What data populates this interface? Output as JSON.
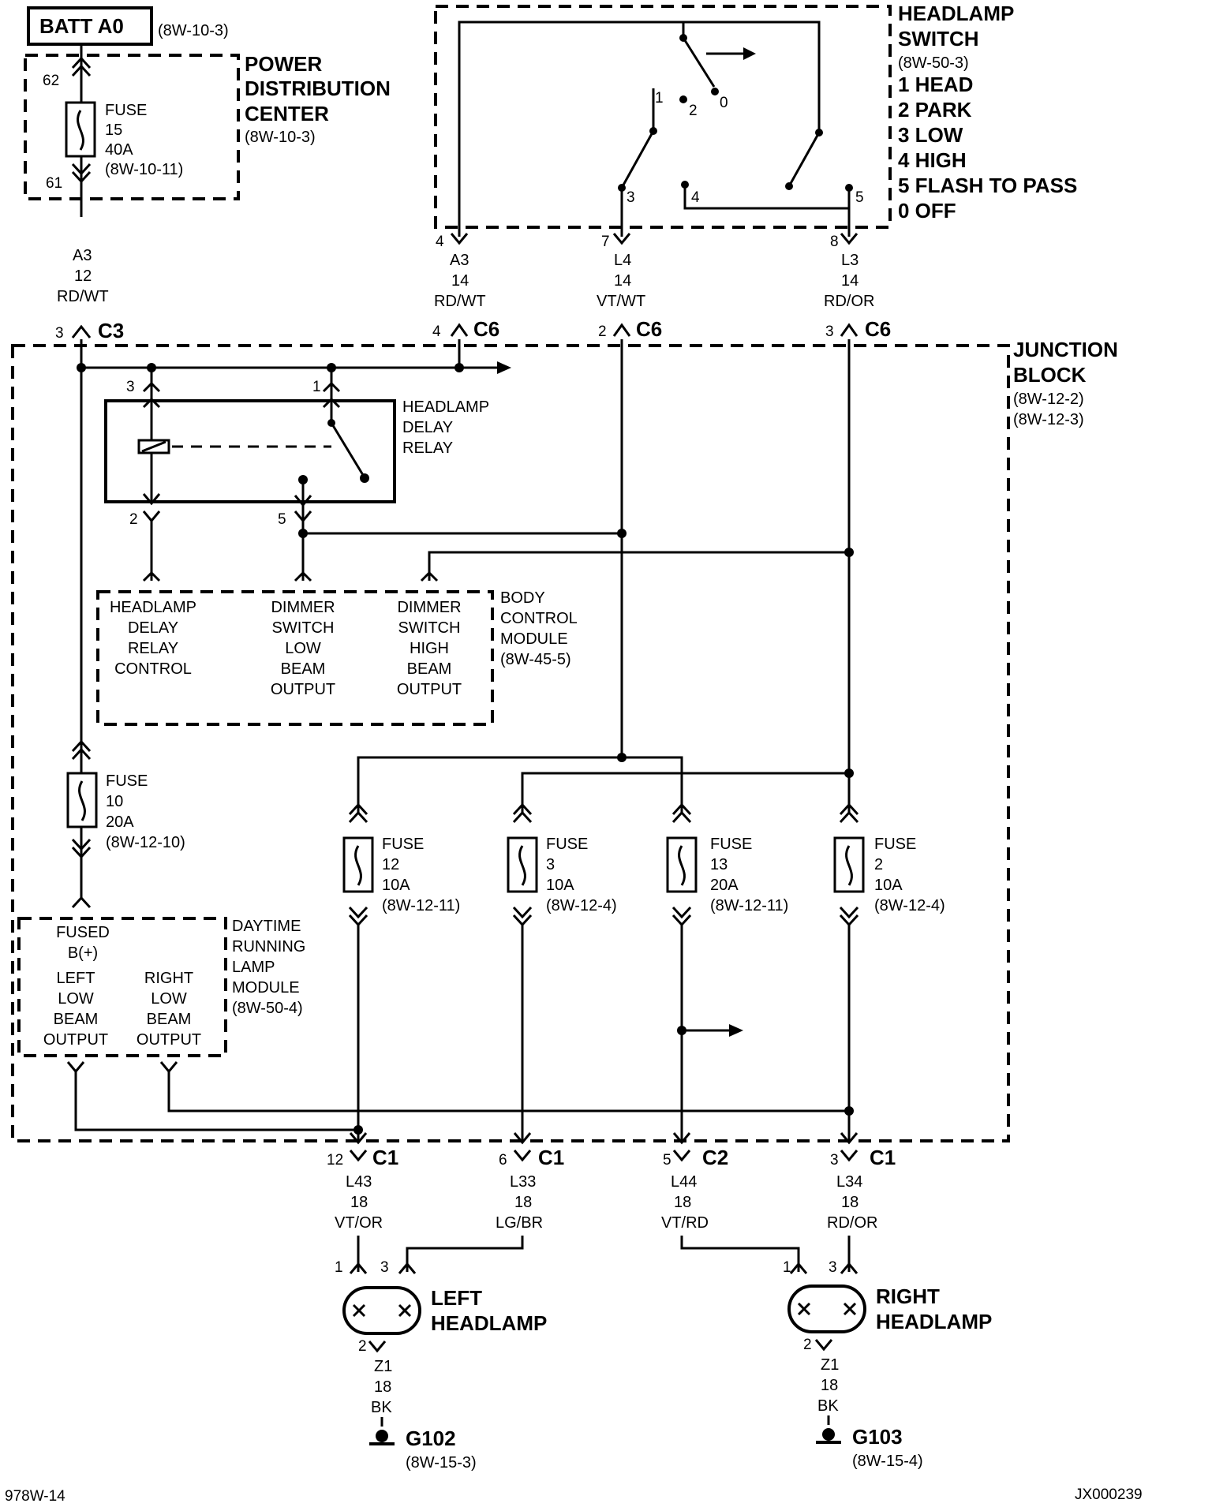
{
  "batt": {
    "label": "BATT A0",
    "ref": "(8W-10-3)"
  },
  "pdc": {
    "title": [
      "POWER",
      "DISTRIBUTION",
      "CENTER"
    ],
    "ref": "(8W-10-3)",
    "pin_in": "62",
    "pin_out": "61",
    "fuse": [
      "FUSE",
      "15",
      "40A",
      "(8W-10-11)"
    ]
  },
  "headlamp_switch": {
    "title": [
      "HEADLAMP",
      "SWITCH"
    ],
    "ref": "(8W-50-3)",
    "legend": [
      "1 HEAD",
      "2 PARK",
      "3 LOW",
      "4 HIGH",
      "5 FLASH TO PASS",
      "0 OFF"
    ],
    "contacts": [
      "1",
      "2",
      "0",
      "3",
      "4",
      "5"
    ]
  },
  "switch_wires": [
    {
      "pin": "4",
      "circuit": "A3",
      "gauge": "14",
      "color": "RD/WT",
      "jb_pin": "4",
      "connector": "C6"
    },
    {
      "pin": "7",
      "circuit": "L4",
      "gauge": "14",
      "color": "VT/WT",
      "jb_pin": "2",
      "connector": "C6"
    },
    {
      "pin": "8",
      "circuit": "L3",
      "gauge": "14",
      "color": "RD/OR",
      "jb_pin": "3",
      "connector": "C6"
    }
  ],
  "pdc_wire": {
    "circuit": "A3",
    "gauge": "12",
    "color": "RD/WT",
    "jb_pin": "3",
    "connector": "C3"
  },
  "junction_block": {
    "title": [
      "JUNCTION",
      "BLOCK"
    ],
    "refs": [
      "(8W-12-2)",
      "(8W-12-3)"
    ]
  },
  "delay_relay": {
    "title": [
      "HEADLAMP",
      "DELAY",
      "RELAY"
    ],
    "pins": [
      "3",
      "1",
      "2",
      "5"
    ]
  },
  "bcm": {
    "title": [
      "BODY",
      "CONTROL",
      "MODULE"
    ],
    "ref": "(8W-45-5)",
    "outputs": [
      [
        "HEADLAMP",
        "DELAY",
        "RELAY",
        "CONTROL"
      ],
      [
        "DIMMER",
        "SWITCH",
        "LOW",
        "BEAM",
        "OUTPUT"
      ],
      [
        "DIMMER",
        "SWITCH",
        "HIGH",
        "BEAM",
        "OUTPUT"
      ]
    ]
  },
  "fuse10": [
    "FUSE",
    "10",
    "20A",
    "(8W-12-10)"
  ],
  "drl": {
    "title": [
      "DAYTIME",
      "RUNNING",
      "LAMP",
      "MODULE"
    ],
    "ref": "(8W-50-4)",
    "input": [
      "FUSED",
      "B(+)"
    ],
    "left": [
      "LEFT",
      "LOW",
      "BEAM",
      "OUTPUT"
    ],
    "right": [
      "RIGHT",
      "LOW",
      "BEAM",
      "OUTPUT"
    ]
  },
  "fuses": [
    [
      "FUSE",
      "12",
      "10A",
      "(8W-12-11)"
    ],
    [
      "FUSE",
      "3",
      "10A",
      "(8W-12-4)"
    ],
    [
      "FUSE",
      "13",
      "20A",
      "(8W-12-11)"
    ],
    [
      "FUSE",
      "2",
      "10A",
      "(8W-12-4)"
    ]
  ],
  "outputs": [
    {
      "pin": "12",
      "connector": "C1",
      "circuit": "L43",
      "gauge": "18",
      "color": "VT/OR"
    },
    {
      "pin": "6",
      "connector": "C1",
      "circuit": "L33",
      "gauge": "18",
      "color": "LG/BR"
    },
    {
      "pin": "5",
      "connector": "C2",
      "circuit": "L44",
      "gauge": "18",
      "color": "VT/RD"
    },
    {
      "pin": "3",
      "connector": "C1",
      "circuit": "L34",
      "gauge": "18",
      "color": "RD/OR"
    }
  ],
  "left_headlamp": {
    "title": [
      "LEFT",
      "HEADLAMP"
    ],
    "pins": [
      "1",
      "3",
      "2"
    ],
    "ground_wire": [
      "Z1",
      "18",
      "BK"
    ],
    "ground": "G102",
    "ground_ref": "(8W-15-3)"
  },
  "right_headlamp": {
    "title": [
      "RIGHT",
      "HEADLAMP"
    ],
    "pins": [
      "1",
      "3",
      "2"
    ],
    "ground_wire": [
      "Z1",
      "18",
      "BK"
    ],
    "ground": "G103",
    "ground_ref": "(8W-15-4)"
  },
  "footer": {
    "left": "978W-14",
    "right": "JX000239"
  }
}
